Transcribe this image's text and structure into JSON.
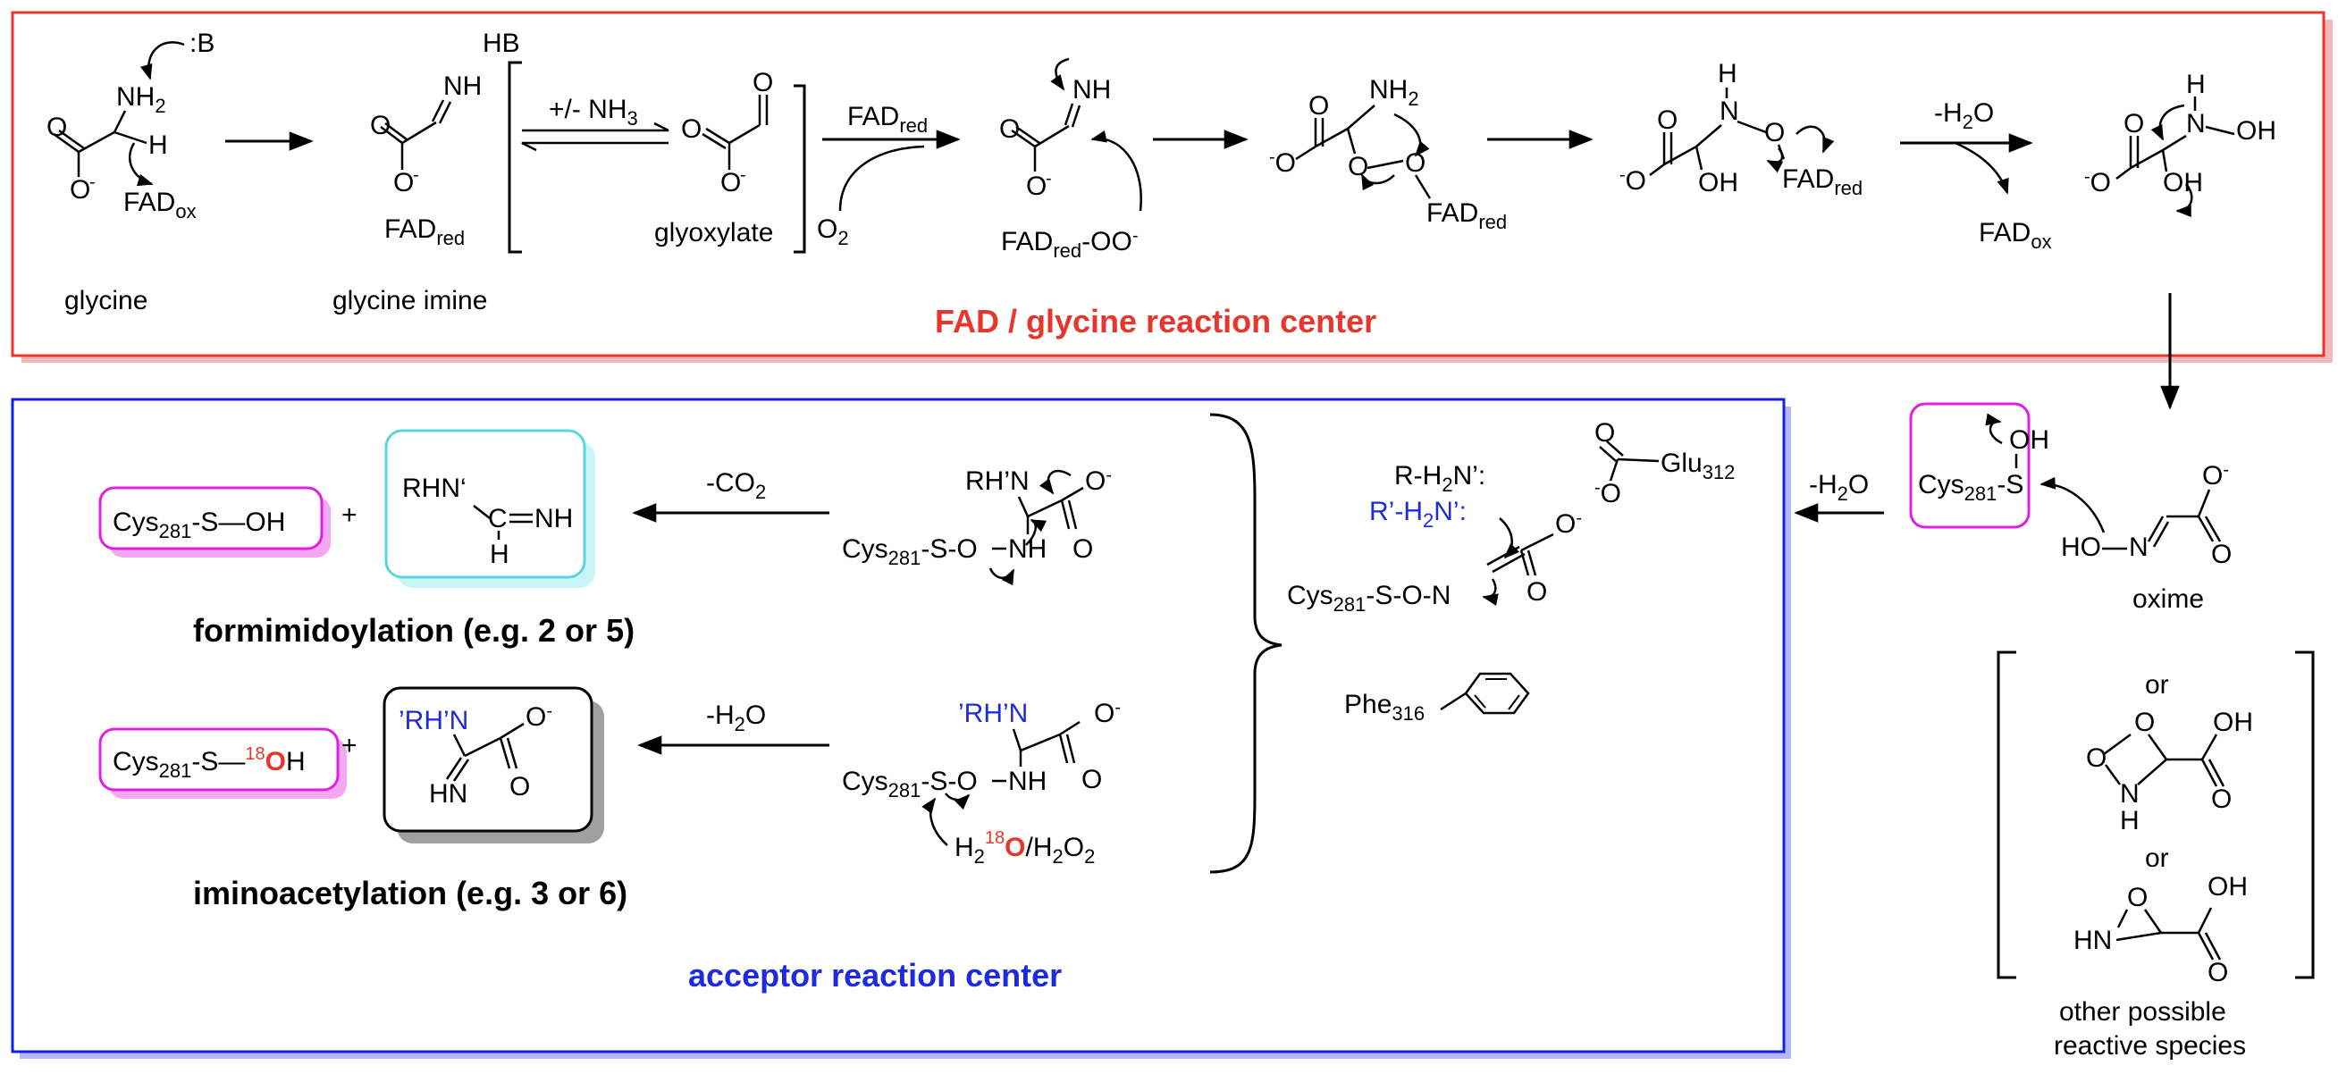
{
  "colors": {
    "red": "#e8362c",
    "blue": "#1520e0",
    "magenta": "#e020e0",
    "pink_shadow": "#f4a8f4",
    "cyan": "#5ad6e0",
    "cyan_shadow": "#c8f4f8",
    "grey_shadow": "#a0a0a0",
    "red_shadow": "#f4b8b8",
    "blue_shadow": "#b4b8f8",
    "label_blue": "#1e2ae0"
  },
  "top_panel": {
    "title": "FAD / glycine reaction center",
    "glycine": {
      "name": "glycine",
      "base": ":B",
      "nh2": "NH",
      "nh2_sub": "2",
      "h": "H",
      "o": "O",
      "ominus": "O",
      "charge": "-",
      "fad": "FAD",
      "fad_sub": "ox"
    },
    "imine": {
      "name": "glycine imine",
      "nh": "NH",
      "o": "O",
      "ominus": "O",
      "charge": "-",
      "fad": "FAD",
      "fad_sub": "red",
      "hb": "HB"
    },
    "equilibrium": {
      "label": "+/- NH",
      "label_sub": "3"
    },
    "glyoxylate": {
      "name": "glyoxylate",
      "o1": "O",
      "o2": "O",
      "ominus": "O",
      "charge": "-"
    },
    "o2": {
      "text": "O",
      "sub": "2"
    },
    "fad_red_arrow": {
      "text": "FAD",
      "sub": "red"
    },
    "imine2": {
      "nh": "NH",
      "o": "O",
      "ominus": "O",
      "charge": "-",
      "fad": "FAD",
      "fad_sub": "red",
      "tail": "-OO",
      "tail_charge": "-"
    },
    "peroxy": {
      "nh2": "NH",
      "nh2_sub": "2",
      "o_a": "O",
      "o_b": "O",
      "o_c": "O",
      "o_d": "O",
      "charge": "-",
      "fad": "FAD",
      "fad_sub": "red"
    },
    "hydroxyl": {
      "h": "H",
      "n": "N",
      "o_top": "O",
      "o_bridge": "O",
      "ominus": "O",
      "charge": "-",
      "oh": "OH",
      "fad": "FAD",
      "fad_sub": "red"
    },
    "minus_h2o": {
      "text": "-H",
      "sub": "2",
      "end": "O"
    },
    "fad_ox2": {
      "text": "FAD",
      "sub": "ox"
    },
    "hydroxylamine": {
      "h": "H",
      "n": "N",
      "oh_n": "OH",
      "o_top": "O",
      "ominus": "O",
      "charge": "-",
      "oh": "OH"
    }
  },
  "oxime": {
    "name": "oxime",
    "cys": "Cys",
    "cys_sub": "281",
    "s": "S",
    "oh": "OH",
    "o_top": "O",
    "charge": "-",
    "o_bottom": "O",
    "ho": "HO",
    "n": "N"
  },
  "minus_h2o_right": {
    "text": "-H",
    "sub": "2",
    "end": "O"
  },
  "alternatives": {
    "or1": "or",
    "or2": "or",
    "s1": {
      "o": "O",
      "o2": "O",
      "nh": "N",
      "h": "H",
      "oh": "OH",
      "carbonyl": "O"
    },
    "s2": {
      "o": "O",
      "hn": "HN",
      "oh": "OH",
      "carbonyl": "O"
    },
    "caption1": "other possible",
    "caption2": "reactive species"
  },
  "bottom_panel": {
    "title": "acceptor reaction center",
    "formimidoylation": {
      "label_pre": "formimidoylation (e.g. ",
      "n1": "2",
      "mid": " or ",
      "n2": "5",
      "end": ")",
      "arrow_label": "-CO",
      "arrow_sub": "2",
      "cys": "Cys",
      "cys_sub": "281",
      "soh": "-S—OH",
      "plus": "+",
      "product_rhn": "RHN‘",
      "product_nh": "NH",
      "product_h": "H",
      "product_c": "C",
      "int_rhn": "RH’N",
      "int_o": "O",
      "int_charge": "-",
      "int_o2": "O",
      "int_cys": "Cys",
      "int_cys_sub": "281",
      "int_so": "-S-O",
      "int_nh": "NH"
    },
    "iminoacetylation": {
      "label_pre": "iminoacetylation (e.g. ",
      "n1": "3",
      "mid": " or ",
      "n2": "6",
      "end": ")",
      "arrow_label": "-H",
      "arrow_sub": "2",
      "arrow_end": "O",
      "cys": "Cys",
      "cys_sub": "281",
      "s": "-S—",
      "iso": "18",
      "o": "O",
      "h": "H",
      "plus": "+",
      "product_rhn": "’RH’N",
      "product_o": "O",
      "product_charge": "-",
      "product_o2": "O",
      "product_hn": "HN",
      "int_rhn": "’RH’N",
      "int_o": "O",
      "int_charge": "-",
      "int_o2": "O",
      "int_cys": "Cys",
      "int_cys_sub": "281",
      "int_so": "-S-O",
      "int_nh": "NH",
      "water_h": "H",
      "water_sub": "2",
      "water_iso": "18",
      "water_o": "O",
      "water_rest": "/H",
      "water_sub2": "2",
      "water_o2": "O",
      "water_sub3": "2"
    },
    "site": {
      "r1": "R-H",
      "r1_sub": "2",
      "r1_end": "N’:",
      "r2": "R’-H",
      "r2_sub": "2",
      "r2_end": "N’:",
      "glu": "Glu",
      "glu_sub": "312",
      "glu_o": "O",
      "glu_charge": "-",
      "glu_o2": "O",
      "glu_charge2": "-",
      "cys": "Cys",
      "cys_sub": "281",
      "son": "-S-O-N",
      "o": "O",
      "charge": "-",
      "o2": "O",
      "phe": "Phe",
      "phe_sub": "316"
    }
  }
}
